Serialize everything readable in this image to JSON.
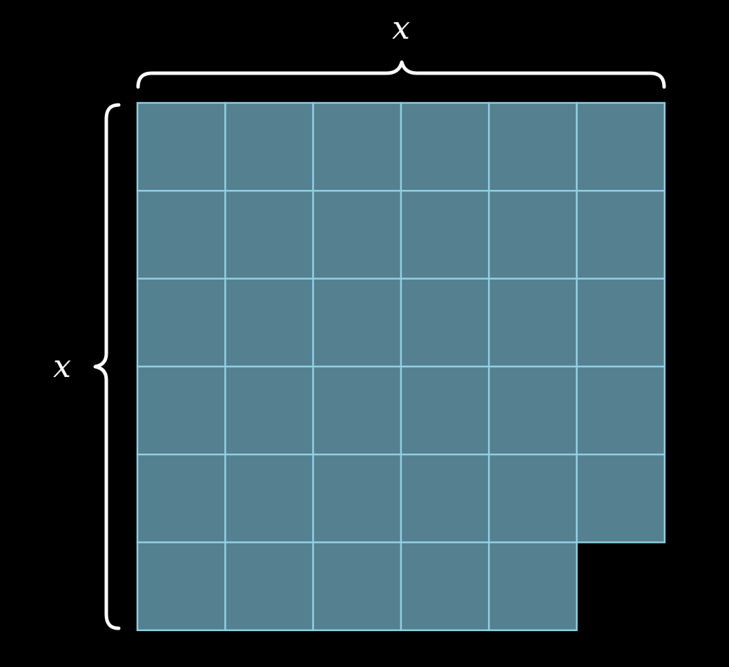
{
  "diagram": {
    "top_label": "x",
    "left_label": "x",
    "grid": {
      "rows": 6,
      "cols": 6,
      "missing_cells": [
        [
          5,
          5
        ]
      ]
    },
    "colors": {
      "background": "#000000",
      "cell_fill": "#55808f",
      "cell_fill_bottom": "#4a6e7a",
      "grid_line": "#8fd0e4",
      "brace": "#ffffff"
    }
  }
}
